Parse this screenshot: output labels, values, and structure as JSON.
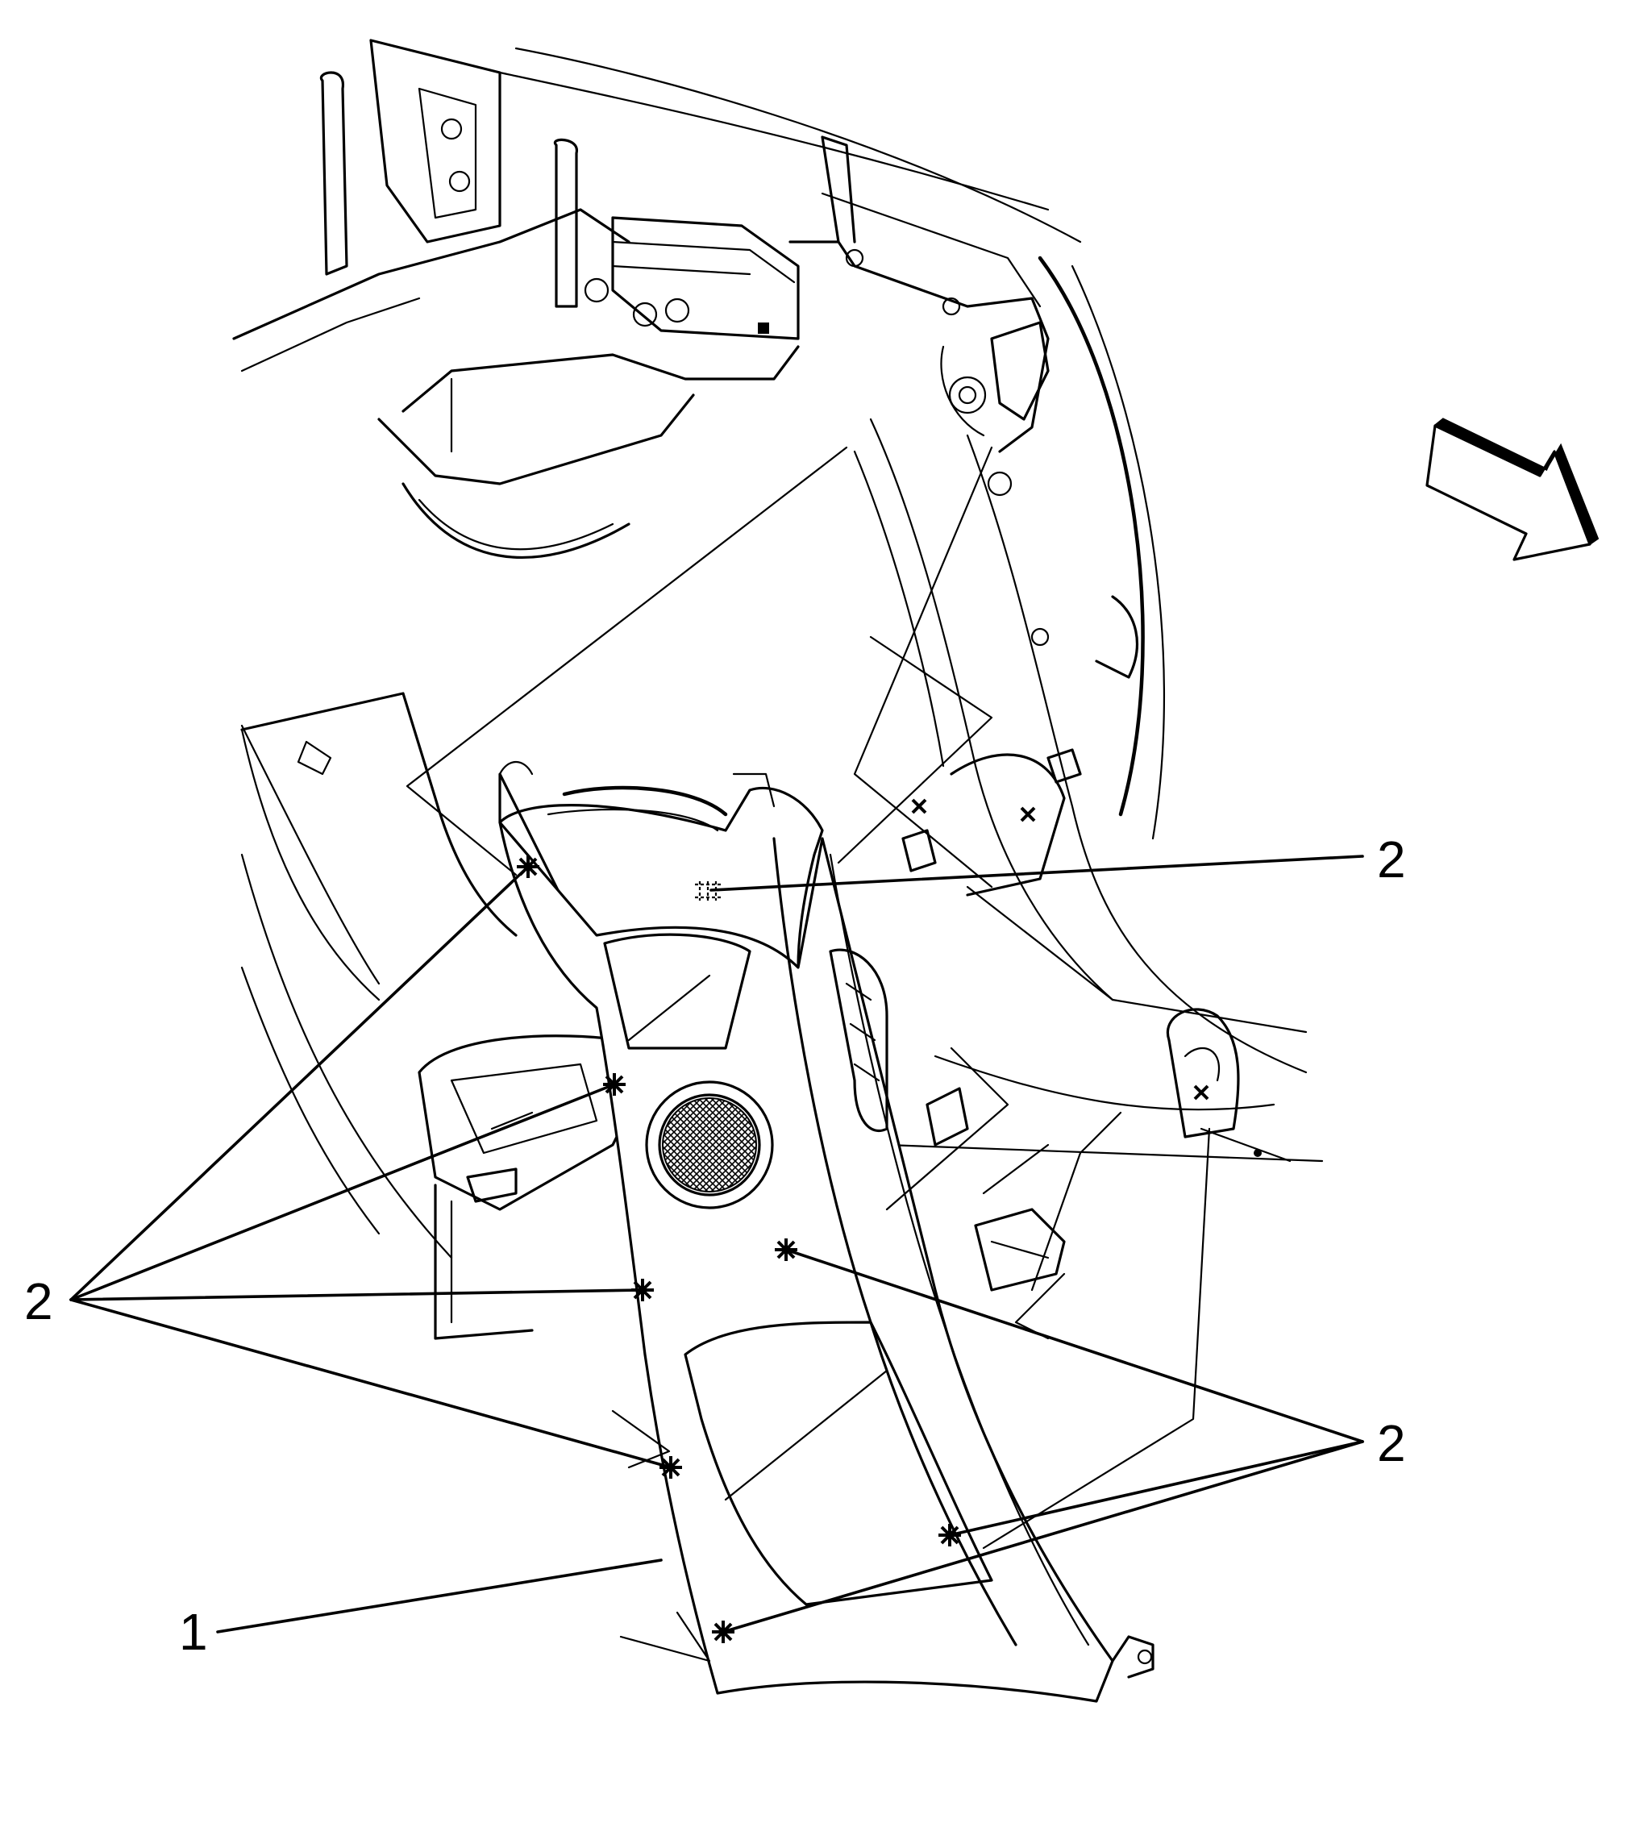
{
  "callouts": [
    {
      "id": "callout-1",
      "label": "1",
      "refers_to": "trim-panel"
    },
    {
      "id": "callout-2-upper-right",
      "label": "2",
      "refers_to": "fasteners"
    },
    {
      "id": "callout-2-left",
      "label": "2",
      "refers_to": "fasteners"
    },
    {
      "id": "callout-2-lower-right",
      "label": "2",
      "refers_to": "fasteners"
    }
  ],
  "view_arrow": {
    "icon": "view-direction-arrow-icon",
    "direction": "down-right"
  },
  "colors": {
    "line": "#000000",
    "background": "#ffffff"
  }
}
